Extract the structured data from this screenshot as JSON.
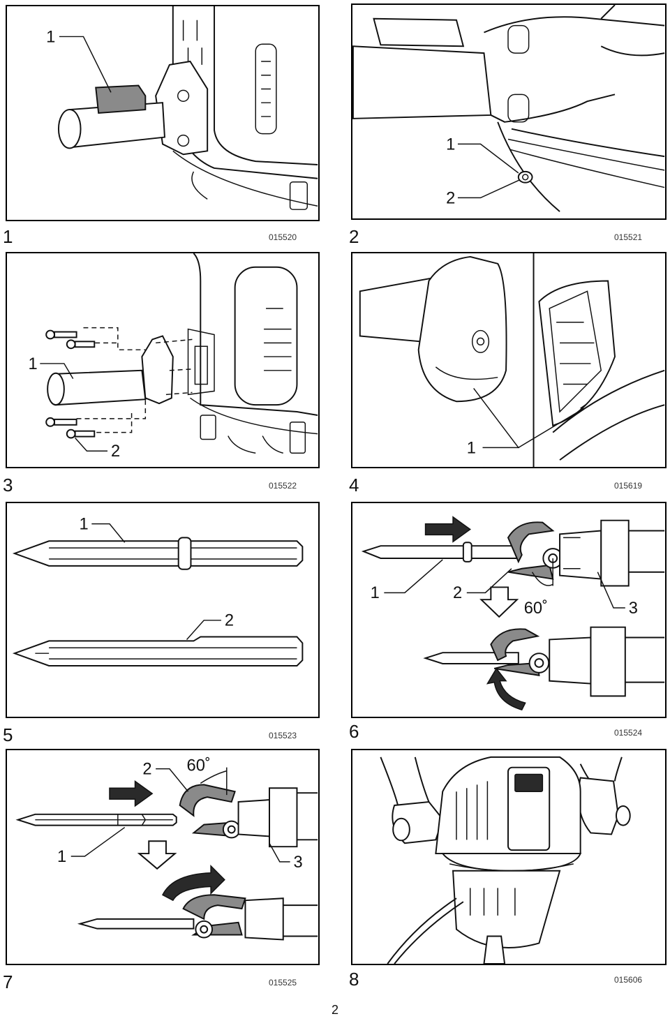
{
  "figures": [
    {
      "number": "1",
      "code": "015520",
      "callouts": [
        "1"
      ]
    },
    {
      "number": "2",
      "code": "015521",
      "callouts": [
        "1",
        "2"
      ]
    },
    {
      "number": "3",
      "code": "015522",
      "callouts": [
        "1",
        "2"
      ]
    },
    {
      "number": "4",
      "code": "015619",
      "callouts": [
        "1"
      ]
    },
    {
      "number": "5",
      "code": "015523",
      "callouts": [
        "1",
        "2"
      ]
    },
    {
      "number": "6",
      "code": "015524",
      "callouts": [
        "1",
        "2",
        "3"
      ],
      "angle": "60˚"
    },
    {
      "number": "7",
      "code": "015525",
      "callouts": [
        "2",
        "1",
        "3"
      ],
      "angle": "60˚"
    },
    {
      "number": "8",
      "code": "015606",
      "callouts": []
    }
  ],
  "page_number": "2",
  "icons": [
    "push-arrow-icon",
    "down-arrow-icon",
    "rotate-arrow-icon"
  ]
}
